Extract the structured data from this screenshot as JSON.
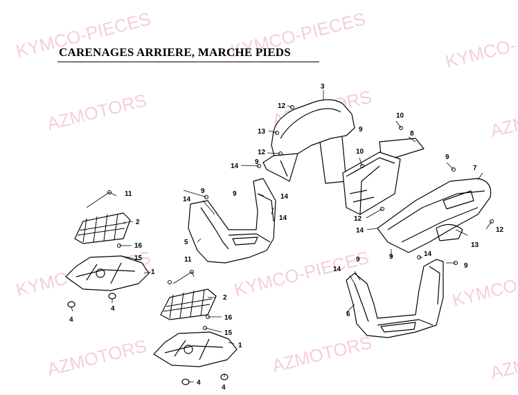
{
  "title": "CARENAGES ARRIERE, MARCHE PIEDS",
  "watermarks": {
    "kymco": "KYMCO-PIECES",
    "azmotors": "AZMOTORS",
    "kymco_short": "KYMCO-"
  },
  "callouts": {
    "c1": "1",
    "c2": "2",
    "c3": "3",
    "c4": "4",
    "c5": "5",
    "c6": "6",
    "c7": "7",
    "c8": "8",
    "c9": "9",
    "c10": "10",
    "c11": "11",
    "c12": "12",
    "c13": "13",
    "c14": "14",
    "c15": "15",
    "c16": "16"
  },
  "colors": {
    "watermark": "#f2c0c6",
    "ink": "#000000"
  }
}
